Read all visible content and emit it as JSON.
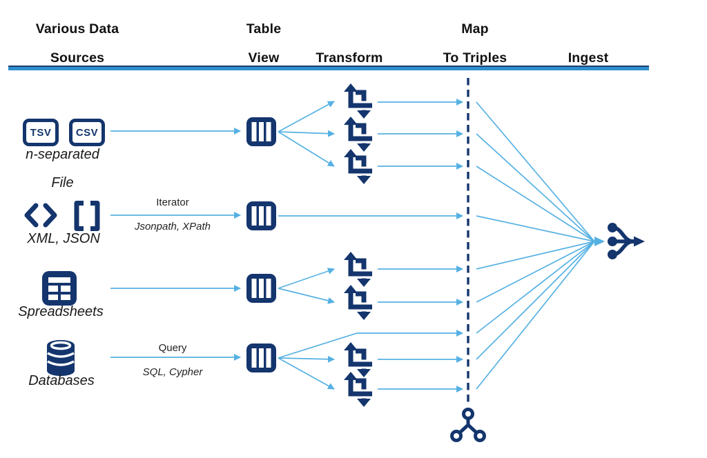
{
  "header": {
    "col_sources": {
      "line1": "Various Data",
      "line2": "Sources"
    },
    "col_table_view": {
      "line1": "Table",
      "line2": "View"
    },
    "col_transform": {
      "label": "Transform"
    },
    "col_map_triples": {
      "line1": "Map",
      "line2": "To Triples"
    },
    "col_ingest": {
      "label": "Ingest"
    }
  },
  "sources": {
    "delimited": {
      "tsv_badge": "TSV",
      "csv_badge": "CSV",
      "label_line1": "n-separated",
      "label_line2": "File"
    },
    "xml_json": {
      "label": "XML, JSON",
      "edge_label": "Iterator",
      "edge_sublabel": "Jsonpath, XPath"
    },
    "spreadsheets": {
      "label": "Spreadsheets"
    },
    "databases": {
      "label": "Databases",
      "edge_label": "Query",
      "edge_sublabel": "SQL, Cypher"
    }
  },
  "colors": {
    "navy": "#14356d",
    "light_blue": "#56b1e3",
    "rule_blue": "#2e8fce",
    "rule_dark": "#1e3f70",
    "text": "#111111"
  }
}
